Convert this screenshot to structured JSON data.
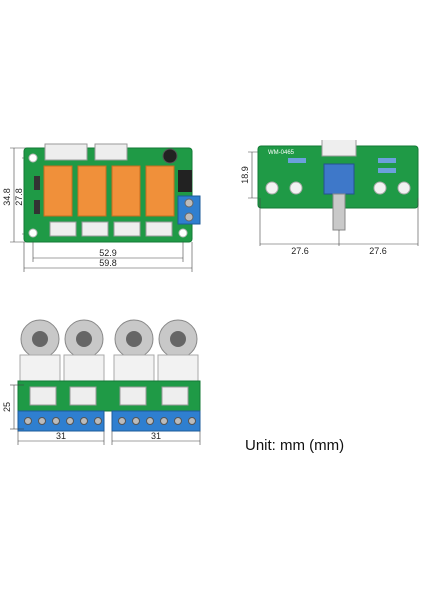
{
  "colors": {
    "pcb": "#1f9a46",
    "pcb_dark": "#137a35",
    "relay": "#f0903a",
    "relay_edge": "#c86d1e",
    "terminal_blue": "#2f7fd0",
    "connector_white": "#eeeeee",
    "knob_blue": "#3e78c9",
    "rca_silver": "#c8c8c8"
  },
  "relay_board": {
    "dims": {
      "total_height": "34.8",
      "hole_height": "27.8",
      "hole_width": "52.9",
      "total_width": "59.8"
    }
  },
  "pot_board": {
    "label": "WM-0465",
    "dims": {
      "height": "18.9",
      "left_width": "27.6",
      "right_width": "27.6"
    }
  },
  "rca_board": {
    "dims": {
      "height": "25",
      "left_width": "31",
      "right_width": "31"
    }
  },
  "unit_label": "Unit: mm (mm)"
}
